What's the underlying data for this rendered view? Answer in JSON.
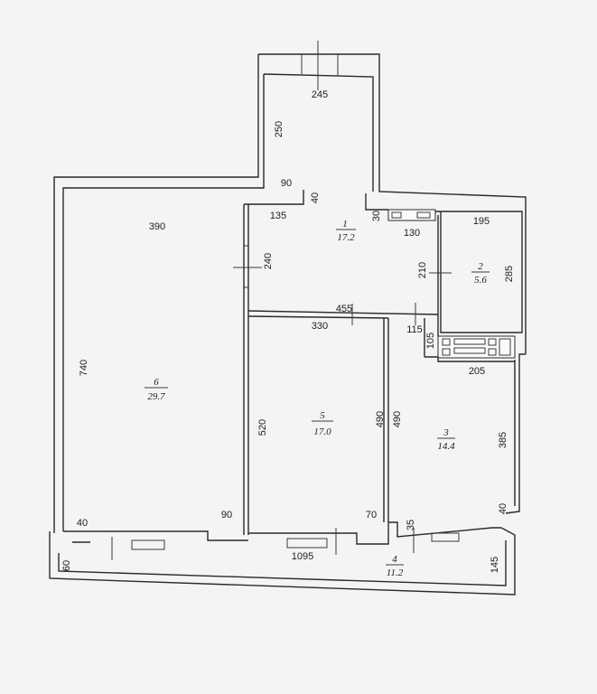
{
  "rooms": [
    {
      "id": "1",
      "number": "1",
      "area": "17.2"
    },
    {
      "id": "2",
      "number": "2",
      "area": "5.6"
    },
    {
      "id": "3",
      "number": "3",
      "area": "14.4"
    },
    {
      "id": "4",
      "number": "4",
      "area": "11.2"
    },
    {
      "id": "5",
      "number": "5",
      "area": "17.0"
    },
    {
      "id": "6",
      "number": "6",
      "area": "29.7"
    }
  ],
  "dimensions": {
    "d245": "245",
    "d250": "250",
    "d90a": "90",
    "d40a": "40",
    "d135": "135",
    "d30": "30",
    "d130": "130",
    "d195": "195",
    "d210": "210",
    "d285": "285",
    "d390": "390",
    "d240": "240",
    "d455": "455",
    "d330": "330",
    "d115": "115",
    "d105": "105",
    "d205": "205",
    "d740": "740",
    "d520": "520",
    "d490a": "490",
    "d490b": "490",
    "d385": "385",
    "d40b": "40",
    "d40c": "40",
    "d90b": "90",
    "d70": "70",
    "d35": "35",
    "d60": "60",
    "d1095": "1095",
    "d145": "145"
  }
}
